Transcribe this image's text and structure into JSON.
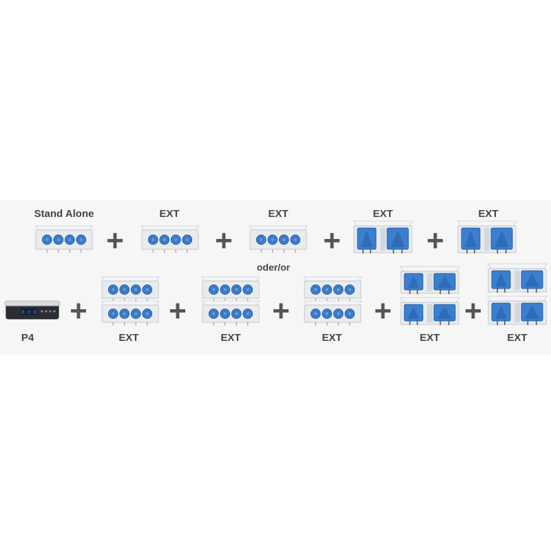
{
  "labels": {
    "standalone": "Stand Alone",
    "ext": "EXT",
    "oder_or": "oder/or",
    "p4": "P4"
  },
  "display": {
    "text": "8:8:8"
  },
  "colors": {
    "pump_blue": "#3b7fd0",
    "pump_dark": "#1e4f8f",
    "housing": "#e9ecef",
    "controller": "#2b2d31",
    "display_blue": "#4f8dde",
    "text": "#444444",
    "plus": "#555555"
  },
  "icons": [
    "plus-icon",
    "pump-unit-icon",
    "controller-icon"
  ],
  "plus": "+"
}
